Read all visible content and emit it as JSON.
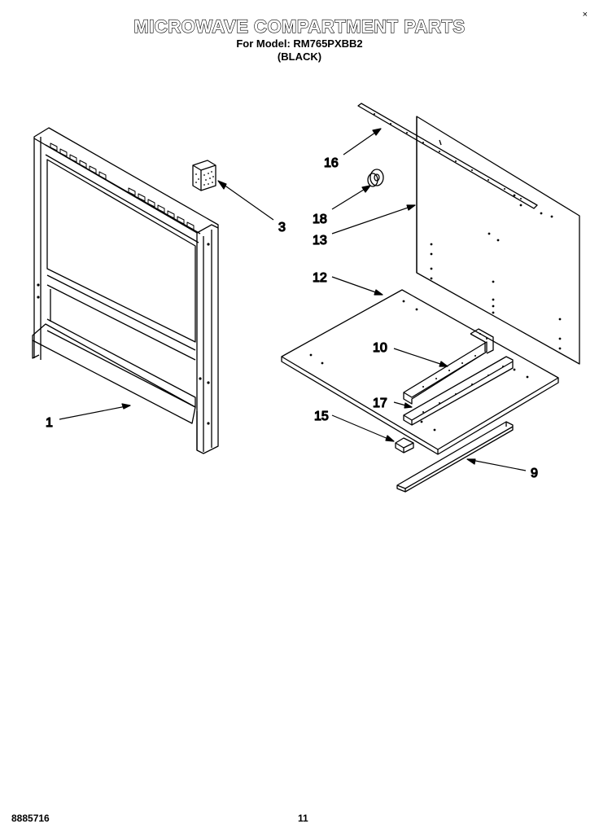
{
  "header": {
    "title": "MICROWAVE COMPARTMENT PARTS",
    "model_line": "For Model: RM765PXBB2",
    "color_line": "(BLACK)"
  },
  "corner_mark": "×",
  "callouts": {
    "c1": "1",
    "c3": "3",
    "c9": "9",
    "c10": "10",
    "c12": "12",
    "c13": "13",
    "c15": "15",
    "c16": "16",
    "c17": "17",
    "c18": "18"
  },
  "footer": {
    "doc_number": "8885716",
    "page_number": "11"
  }
}
